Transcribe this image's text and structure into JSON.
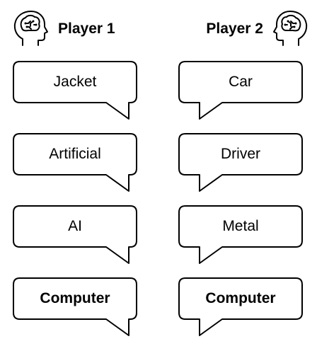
{
  "players": [
    {
      "name": "Player 1",
      "icon": "brain-head-icon",
      "words": [
        {
          "text": "Jacket",
          "bold": false
        },
        {
          "text": "Artificial",
          "bold": false
        },
        {
          "text": "AI",
          "bold": false
        },
        {
          "text": "Computer",
          "bold": true
        }
      ]
    },
    {
      "name": "Player 2",
      "icon": "brain-head-icon",
      "words": [
        {
          "text": "Car",
          "bold": false
        },
        {
          "text": "Driver",
          "bold": false
        },
        {
          "text": "Metal",
          "bold": false
        },
        {
          "text": "Computer",
          "bold": true
        }
      ]
    }
  ]
}
